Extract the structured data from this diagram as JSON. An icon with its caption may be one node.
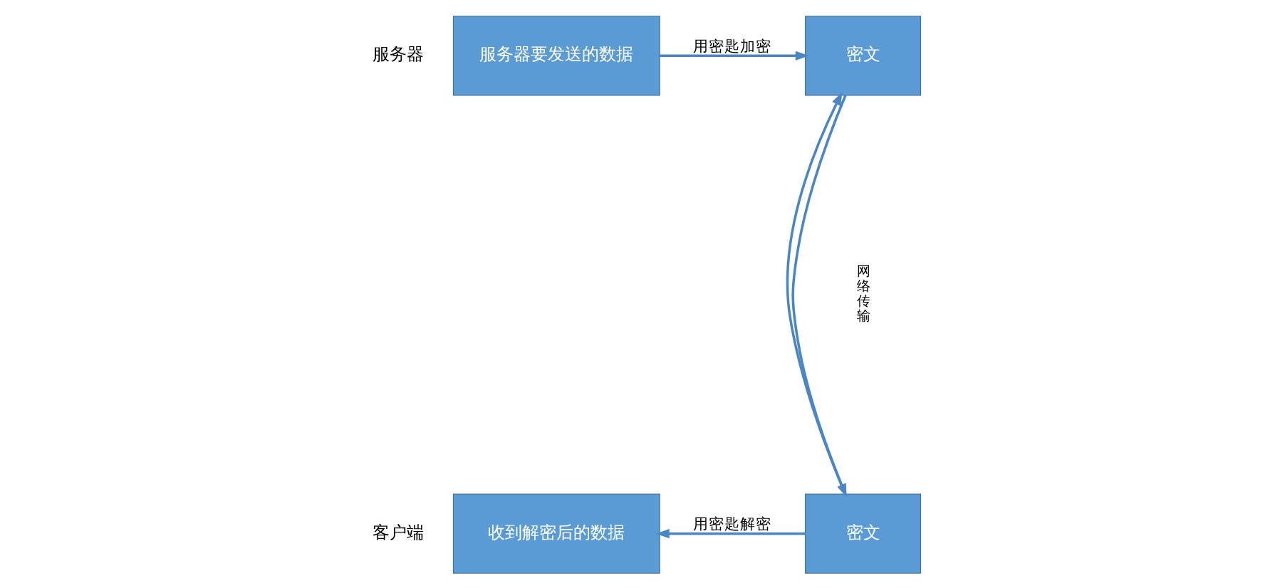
{
  "diagram": {
    "nodes": [
      {
        "text": [
          "服务器要发送的数据"
        ],
        "beside": [
          "服务器"
        ]
      },
      {
        "text": [
          "密文"
        ]
      },
      {
        "text": [
          "收到解密后的数据"
        ],
        "beside": [
          "客户端"
        ]
      },
      {
        "text": [
          "密文"
        ]
      }
    ],
    "edges": [
      {
        "from": 0,
        "to": 1,
        "arrow": "to",
        "label": "用密匙加密"
      },
      {
        "from": 1,
        "to": 3,
        "arrow": "to"
      },
      {
        "from": 3,
        "to": 1,
        "arrow": "to"
      },
      {
        "from": 3,
        "to": 2,
        "arrow": "to",
        "label": "用密匙解密"
      }
    ],
    "labels": [
      "网络传输"
    ]
  }
}
